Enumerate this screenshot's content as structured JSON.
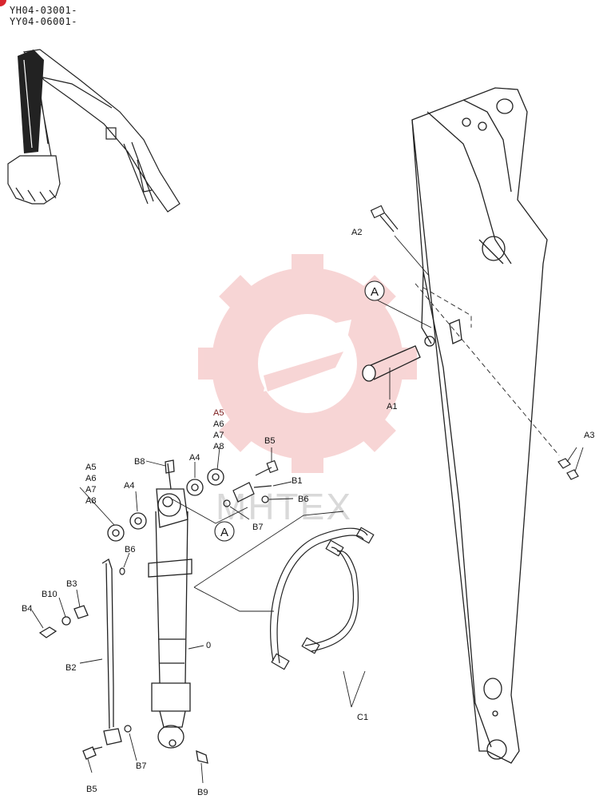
{
  "serials": [
    "YH04-03001-",
    "YY04-06001-"
  ],
  "colors": {
    "line": "#222222",
    "watermark": "#f2b3b3",
    "mark": "#d8262e"
  },
  "watermark_text": "MHTEX",
  "callout_letter": "A",
  "labels": {
    "A1": "A1",
    "A2": "A2",
    "A3": "A3",
    "A4": "A4",
    "A5": "A5",
    "A6": "A6",
    "A7": "A7",
    "A8": "A8",
    "B1": "B1",
    "B2": "B2",
    "B3": "B3",
    "B4": "B4",
    "B5": "B5",
    "B6": "B6",
    "B7": "B7",
    "B8": "B8",
    "B9": "B9",
    "B10": "B10",
    "C1": "C1",
    "zero": "0"
  }
}
